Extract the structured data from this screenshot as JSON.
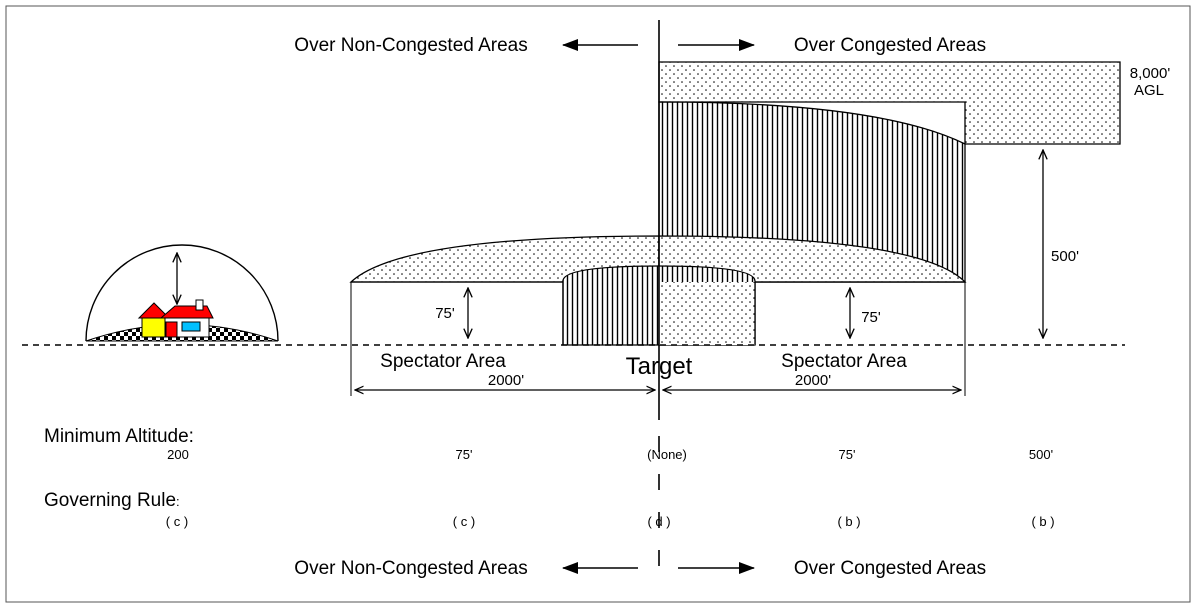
{
  "header": {
    "left_text": "Over Non-Congested Areas",
    "right_text": "Over Congested Areas"
  },
  "footer": {
    "left_text": "Over Non-Congested Areas",
    "right_text": "Over Congested Areas"
  },
  "altitude_ceiling": {
    "value": "8,000'",
    "unit": "AGL"
  },
  "dimensions": {
    "congested_height": "500'",
    "spectator_height_left": "75'",
    "spectator_height_right": "75'",
    "distance_left": "2000'",
    "distance_right": "2000'"
  },
  "labels": {
    "spectator_left": "Spectator Area",
    "spectator_right": "Spectator Area",
    "target": "Target"
  },
  "minimum_altitude": {
    "heading": "Minimum Altitude:",
    "values": [
      "200",
      "75'",
      "(None)",
      "75'",
      "500'"
    ]
  },
  "governing_rule": {
    "heading_main": "Governing Rule",
    "heading_suffix": ":",
    "values": [
      "( c )",
      "( c )",
      "( d )",
      "( b )",
      "( b )"
    ]
  },
  "colors": {
    "stroke": "#000000",
    "house_wall": "#ffff00",
    "house_roof": "#ff0000",
    "house_window": "#00c0ff"
  }
}
